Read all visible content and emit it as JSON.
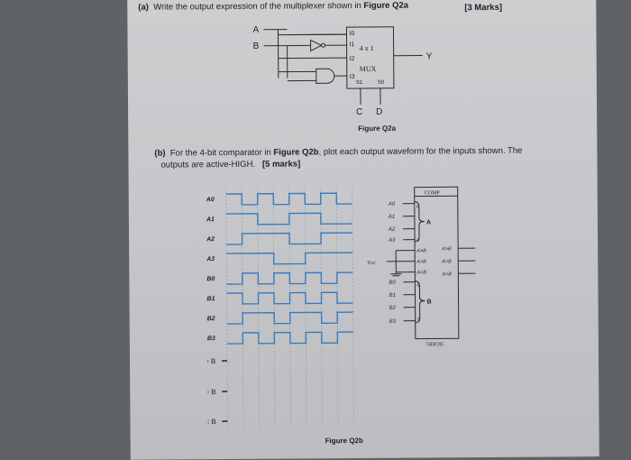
{
  "question_a": {
    "letter": "(a)",
    "prefix": "Write the output expression of the multiplexer shown in",
    "figure_ref": "Figure Q2a",
    "marks": "[3 Marks]"
  },
  "figure_a": {
    "caption": "Figure Q2a",
    "input_a": "A",
    "input_b": "B",
    "size_label": "4 x 1",
    "mux_label": "MUX",
    "output_label": "Y",
    "select_c": "C",
    "select_d": "D",
    "pins": {
      "i0": "I0",
      "i1": "I1",
      "i2": "I2",
      "i3": "I3",
      "s1": "S1",
      "s0": "S0"
    }
  },
  "question_b": {
    "letter": "(b)",
    "line1": "For the 4-bit comparator in",
    "figure_ref": "Figure Q2b",
    "line1_rest": ", plot each output waveform for the inputs shown. The",
    "line2": "outputs are active-HIGH.",
    "marks": "[5 marks]"
  },
  "figure_b": {
    "caption": "Figure Q2b",
    "waveform_labels": [
      "A0",
      "A1",
      "A2",
      "A3",
      "B0",
      "B1",
      "B2",
      "B3"
    ],
    "output_labels": [
      "A > B",
      "A = B",
      "A < B"
    ],
    "chip": {
      "title": "COMP",
      "part": "74HC85",
      "vcc": "Vcc",
      "a_inputs": [
        "A0",
        "A1",
        "A2",
        "A3"
      ],
      "b_inputs": [
        "B0",
        "B1",
        "B2",
        "B3"
      ],
      "cascade_in": [
        "A>B",
        "A=B",
        "A<B"
      ],
      "outputs": [
        "A>B",
        "A=B",
        "A<B"
      ],
      "group_a": "A",
      "group_b": "B",
      "bit0": "0",
      "bit3": "3"
    },
    "waveforms": {
      "A0": [
        1,
        0,
        1,
        0,
        1,
        0,
        1,
        0
      ],
      "A1": [
        1,
        1,
        0,
        0,
        1,
        1,
        0,
        0
      ],
      "A2": [
        0,
        1,
        1,
        1,
        0,
        0,
        1,
        1
      ],
      "A3": [
        1,
        1,
        1,
        0,
        0,
        1,
        1,
        1
      ],
      "B0": [
        0,
        1,
        0,
        1,
        0,
        1,
        0,
        1
      ],
      "B1": [
        1,
        0,
        1,
        0,
        1,
        0,
        1,
        0
      ],
      "B2": [
        0,
        1,
        1,
        0,
        1,
        1,
        0,
        1
      ],
      "B3": [
        0,
        1,
        0,
        1,
        0,
        1,
        0,
        1
      ]
    }
  }
}
